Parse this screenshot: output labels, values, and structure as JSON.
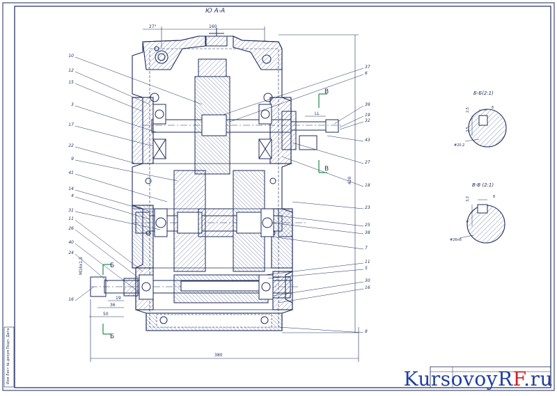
{
  "drawing": {
    "view_title": "Ю А-А",
    "dims": {
      "top_left": "27°",
      "top_width": "160",
      "bottom_width": "380",
      "right_height": "420",
      "left_50": "50",
      "left_36": "36",
      "left_19": "19",
      "shaft_right": "LL",
      "thread": "M16x1,5"
    },
    "callouts_left": [
      "10",
      "12",
      "15",
      "3",
      "17",
      "22",
      "9",
      "41",
      "14",
      "4",
      "31",
      "11",
      "26",
      "40",
      "24",
      "16"
    ],
    "callouts_right": [
      "37",
      "6",
      "39",
      "19",
      "32",
      "43",
      "27",
      "18",
      "23",
      "25",
      "38",
      "7",
      "11",
      "5",
      "30",
      "16",
      "8"
    ],
    "section_b": {
      "title": "Б-Б(2:1)",
      "dim_top": "6",
      "dim_left_a": "2,5",
      "dim_left_b": "3,5",
      "diameter": "#20,2"
    },
    "section_v": {
      "title": "В-В (2:1)",
      "dim_top": "8",
      "dim_left_a": "3,3",
      "dim_left_b": "4",
      "diameter": "#26n6"
    },
    "cut_labels": {
      "b": "Б",
      "v": "В"
    },
    "title_block_stamp": "Изм Лист № докум Подп. Дата"
  },
  "watermark": {
    "main": "KursovoyR",
    "accent": "F",
    "tail": ".ru"
  },
  "colors": {
    "line": "#1d2a5a",
    "hatch": "#3a4a7a",
    "cut": "#1a8a4a",
    "watermark": "#1f3fa0",
    "watermark_accent": "#d0202a"
  }
}
